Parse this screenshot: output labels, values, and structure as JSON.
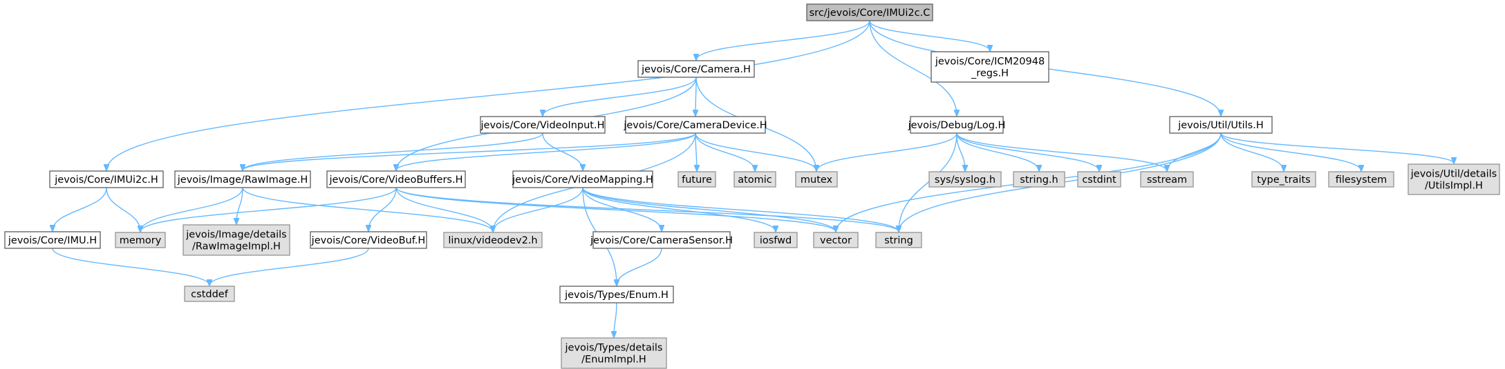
{
  "graph": {
    "nodes": [
      {
        "id": "root",
        "label": "src/jevois/Core/IMUi2c.C",
        "kind": "root"
      },
      {
        "id": "camera",
        "label": "jevois/Core/Camera.H",
        "kind": "file"
      },
      {
        "id": "icmregs",
        "label": "jevois/Core/ICM20948\n_regs.H",
        "kind": "file"
      },
      {
        "id": "videoinput",
        "label": "jevois/Core/VideoInput.H",
        "kind": "file"
      },
      {
        "id": "cameradevice",
        "label": "jevois/Core/CameraDevice.H",
        "kind": "file"
      },
      {
        "id": "debuglog",
        "label": "jevois/Debug/Log.H",
        "kind": "file"
      },
      {
        "id": "utils",
        "label": "jevois/Util/Utils.H",
        "kind": "file"
      },
      {
        "id": "imui2ch",
        "label": "jevois/Core/IMUi2c.H",
        "kind": "file"
      },
      {
        "id": "rawimage",
        "label": "jevois/Image/RawImage.H",
        "kind": "file"
      },
      {
        "id": "videobuffers",
        "label": "jevois/Core/VideoBuffers.H",
        "kind": "file"
      },
      {
        "id": "videomapping",
        "label": "jevois/Core/VideoMapping.H",
        "kind": "file"
      },
      {
        "id": "future",
        "label": "future",
        "kind": "sys"
      },
      {
        "id": "atomic",
        "label": "atomic",
        "kind": "sys"
      },
      {
        "id": "mutex",
        "label": "mutex",
        "kind": "sys"
      },
      {
        "id": "syslog",
        "label": "sys/syslog.h",
        "kind": "sys"
      },
      {
        "id": "stringh",
        "label": "string.h",
        "kind": "sys"
      },
      {
        "id": "cstdint",
        "label": "cstdint",
        "kind": "sys"
      },
      {
        "id": "sstream",
        "label": "sstream",
        "kind": "sys"
      },
      {
        "id": "typetraits",
        "label": "type_traits",
        "kind": "sys"
      },
      {
        "id": "filesystem",
        "label": "filesystem",
        "kind": "sys"
      },
      {
        "id": "utilsimpl",
        "label": "jevois/Util/details\n/UtilsImpl.H",
        "kind": "sys"
      },
      {
        "id": "imuh",
        "label": "jevois/Core/IMU.H",
        "kind": "file"
      },
      {
        "id": "memory",
        "label": "memory",
        "kind": "sys"
      },
      {
        "id": "rawimageimpl",
        "label": "jevois/Image/details\n/RawImageImpl.H",
        "kind": "sys"
      },
      {
        "id": "videodev2",
        "label": "linux/videodev2.h",
        "kind": "sys"
      },
      {
        "id": "videobuf",
        "label": "jevois/Core/VideoBuf.H",
        "kind": "file"
      },
      {
        "id": "camerasensor",
        "label": "jevois/Core/CameraSensor.H",
        "kind": "file"
      },
      {
        "id": "iosfwd",
        "label": "iosfwd",
        "kind": "sys"
      },
      {
        "id": "vector",
        "label": "vector",
        "kind": "sys"
      },
      {
        "id": "string",
        "label": "string",
        "kind": "sys"
      },
      {
        "id": "cstddef",
        "label": "cstddef",
        "kind": "sys"
      },
      {
        "id": "enumh",
        "label": "jevois/Types/Enum.H",
        "kind": "file"
      },
      {
        "id": "enumimpl",
        "label": "jevois/Types/details\n/EnumImpl.H",
        "kind": "sys"
      }
    ],
    "edges": [
      [
        "root",
        "camera"
      ],
      [
        "root",
        "icmregs"
      ],
      [
        "root",
        "debuglog"
      ],
      [
        "root",
        "utils"
      ],
      [
        "root",
        "imui2ch"
      ],
      [
        "camera",
        "videoinput"
      ],
      [
        "camera",
        "cameradevice"
      ],
      [
        "camera",
        "videobuffers"
      ],
      [
        "camera",
        "mutex"
      ],
      [
        "videoinput",
        "rawimage"
      ],
      [
        "videoinput",
        "videomapping"
      ],
      [
        "cameradevice",
        "rawimage"
      ],
      [
        "cameradevice",
        "videobuffers"
      ],
      [
        "cameradevice",
        "future"
      ],
      [
        "cameradevice",
        "atomic"
      ],
      [
        "cameradevice",
        "mutex"
      ],
      [
        "cameradevice",
        "videodev2"
      ],
      [
        "debuglog",
        "mutex"
      ],
      [
        "debuglog",
        "syslog"
      ],
      [
        "debuglog",
        "stringh"
      ],
      [
        "debuglog",
        "cstdint"
      ],
      [
        "debuglog",
        "sstream"
      ],
      [
        "debuglog",
        "string"
      ],
      [
        "utils",
        "vector"
      ],
      [
        "utils",
        "string"
      ],
      [
        "utils",
        "sstream"
      ],
      [
        "utils",
        "typetraits"
      ],
      [
        "utils",
        "filesystem"
      ],
      [
        "utils",
        "utilsimpl"
      ],
      [
        "imui2ch",
        "imuh"
      ],
      [
        "imui2ch",
        "memory"
      ],
      [
        "rawimage",
        "memory"
      ],
      [
        "rawimage",
        "rawimageimpl"
      ],
      [
        "rawimage",
        "videodev2"
      ],
      [
        "videobuffers",
        "memory"
      ],
      [
        "videobuffers",
        "videobuf"
      ],
      [
        "videobuffers",
        "videodev2"
      ],
      [
        "videobuffers",
        "vector"
      ],
      [
        "videobuffers",
        "string"
      ],
      [
        "videomapping",
        "videodev2"
      ],
      [
        "videomapping",
        "camerasensor"
      ],
      [
        "videomapping",
        "iosfwd"
      ],
      [
        "videomapping",
        "vector"
      ],
      [
        "videomapping",
        "string"
      ],
      [
        "videomapping",
        "enumh"
      ],
      [
        "imuh",
        "cstddef"
      ],
      [
        "videobuf",
        "cstddef"
      ],
      [
        "camerasensor",
        "enumh"
      ],
      [
        "enumh",
        "enumimpl"
      ]
    ]
  }
}
